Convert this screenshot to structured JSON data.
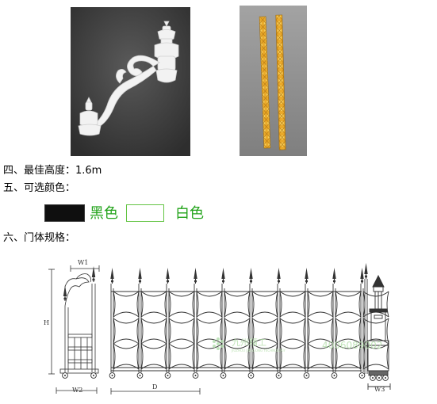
{
  "specs": {
    "best_height": "四、最佳高度：1.6m",
    "colors_heading": "五、可选颜色：",
    "gate_spec_heading": "六、门体规格："
  },
  "color_options": [
    {
      "label": "黑色",
      "swatch": "#0f0f0f"
    },
    {
      "label": "白色",
      "swatch": "#ffffff"
    }
  ],
  "accent_color": "#22a31a",
  "diagram": {
    "dim_w1": "W1",
    "dim_h": "H",
    "dim_w2": "W2",
    "dim_d": "D",
    "dim_w3": "W3",
    "watermark_phone": "4006089002",
    "watermark_brand": "九州精工",
    "watermark_sub": "JIUZHOU JINGGONG TECHNOLOGY"
  }
}
